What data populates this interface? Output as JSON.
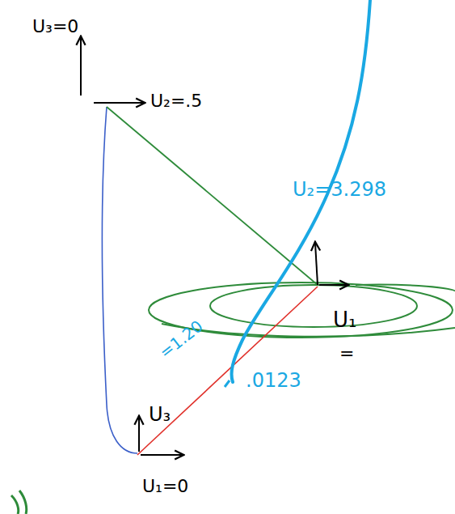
{
  "diagram": {
    "labels": [
      "U₃=0",
      "U₂=.5",
      "U₂=3.298",
      "U₁",
      "=",
      ".0123",
      "U₃",
      "=1.20",
      "U₁=0"
    ]
  }
}
